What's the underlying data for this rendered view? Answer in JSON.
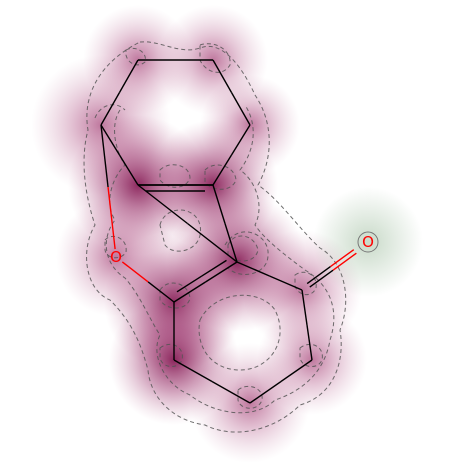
{
  "molecule": {
    "atoms": [
      {
        "id": "a1",
        "element": "",
        "label": ""
      },
      {
        "id": "a2",
        "element": "",
        "label": ""
      },
      {
        "id": "a3",
        "element": "",
        "label": ""
      },
      {
        "id": "a4",
        "element": "",
        "label": ""
      },
      {
        "id": "a5",
        "element": "",
        "label": ""
      },
      {
        "id": "a6",
        "element": "",
        "label": ""
      },
      {
        "id": "o1",
        "element": "O",
        "label": "O"
      },
      {
        "id": "a7",
        "element": "",
        "label": ""
      },
      {
        "id": "a8",
        "element": "",
        "label": ""
      },
      {
        "id": "a9",
        "element": "",
        "label": ""
      },
      {
        "id": "a10",
        "element": "",
        "label": ""
      },
      {
        "id": "a11",
        "element": "",
        "label": ""
      },
      {
        "id": "a12",
        "element": "",
        "label": ""
      },
      {
        "id": "o2",
        "element": "O",
        "label": "O"
      }
    ],
    "bonds": [
      [
        "a1",
        "a2",
        1
      ],
      [
        "a2",
        "a3",
        1
      ],
      [
        "a3",
        "a4",
        1
      ],
      [
        "a4",
        "a5",
        1
      ],
      [
        "a5",
        "a6",
        1
      ],
      [
        "a6",
        "a1",
        1
      ],
      [
        "a5",
        "a7",
        1
      ],
      [
        "a6",
        "o1",
        1
      ],
      [
        "o1",
        "a8",
        1
      ],
      [
        "a8",
        "a7",
        2
      ],
      [
        "a7",
        "a9",
        1
      ],
      [
        "a9",
        "o2",
        2
      ],
      [
        "a9",
        "a10",
        1
      ],
      [
        "a10",
        "a11",
        1
      ],
      [
        "a11",
        "a12",
        1
      ],
      [
        "a12",
        "a8",
        1
      ],
      [
        "a6",
        "a5",
        2
      ]
    ]
  },
  "colors": {
    "bond": "#000000",
    "oxygen": "#ff0000",
    "heat_positive": "#8b0a4f",
    "heat_negative": "#2e6b2e",
    "contour": "#555555"
  }
}
